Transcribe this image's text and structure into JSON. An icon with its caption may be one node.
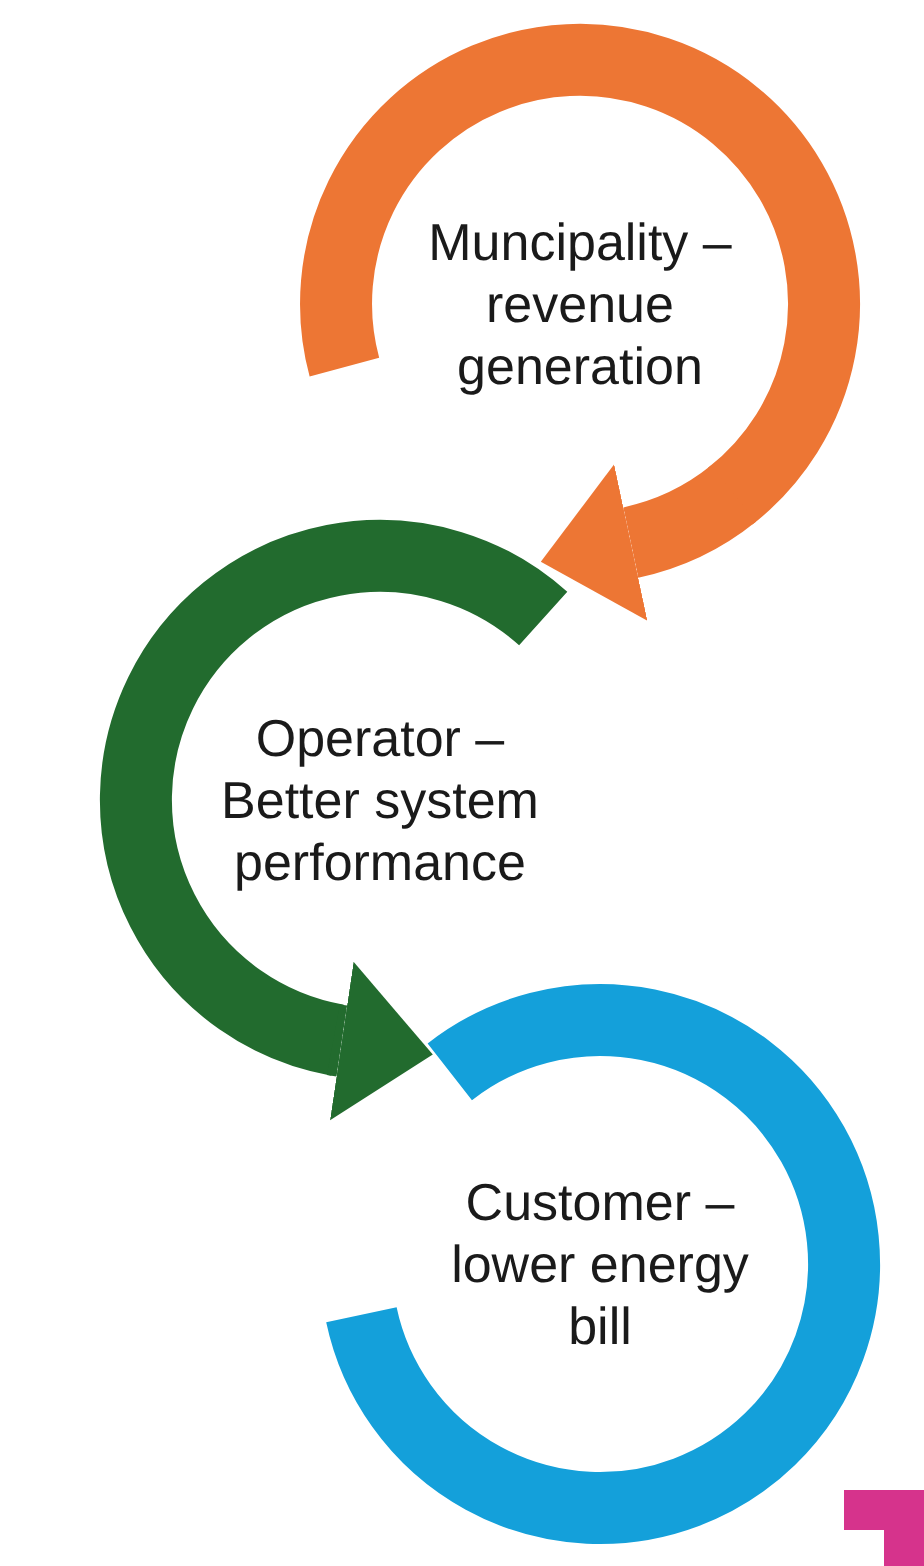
{
  "diagram": {
    "nodes": [
      {
        "text": [
          "Muncipality – revenue generation"
        ]
      },
      {
        "text": [
          "Operator – Better system performance"
        ]
      },
      {
        "text": [
          "Customer – lower energy bill"
        ]
      }
    ],
    "edges": [
      {
        "from": 0,
        "to": 1,
        "arrow": "to",
        "color": "#ed7634"
      },
      {
        "from": 1,
        "to": 2,
        "arrow": "to",
        "color": "#226b2e"
      }
    ]
  }
}
